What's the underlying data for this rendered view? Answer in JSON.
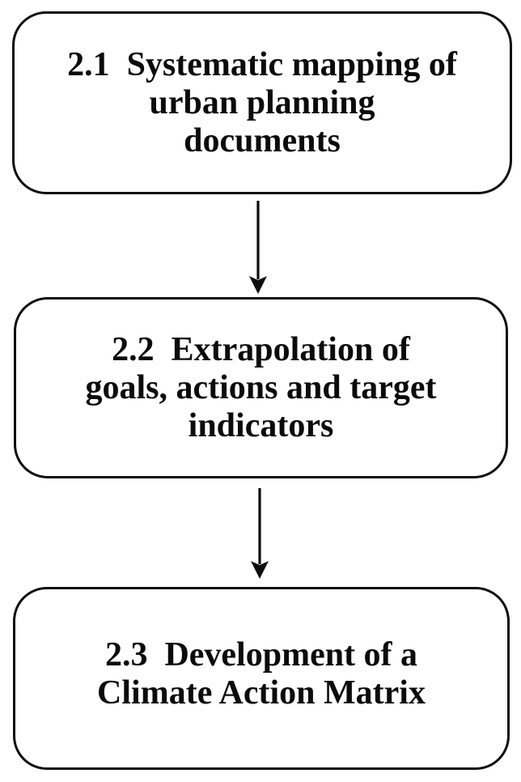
{
  "figure": {
    "type": "flowchart",
    "direction": "top-down",
    "background_color": "#ffffff",
    "ink_color": "#0b0b0b",
    "nodes": [
      {
        "id": "step-2-1",
        "number": "2.1",
        "title": "Systematic mapping of urban planning documents",
        "lines": [
          "2.1  Systematic mapping of",
          "urban planning",
          "documents"
        ]
      },
      {
        "id": "step-2-2",
        "number": "2.2",
        "title": "Extrapolation of goals, actions and target indicators",
        "lines": [
          "2.2  Extrapolation of",
          "goals, actions and target",
          "indicators"
        ]
      },
      {
        "id": "step-2-3",
        "number": "2.3",
        "title": "Development of a Climate Action Matrix",
        "lines": [
          "2.3  Development of a",
          "Climate Action Matrix"
        ]
      }
    ],
    "connectors": [
      {
        "from": "step-2-1",
        "to": "step-2-2",
        "style": "arrow-down"
      },
      {
        "from": "step-2-2",
        "to": "step-2-3",
        "style": "arrow-down"
      }
    ]
  }
}
